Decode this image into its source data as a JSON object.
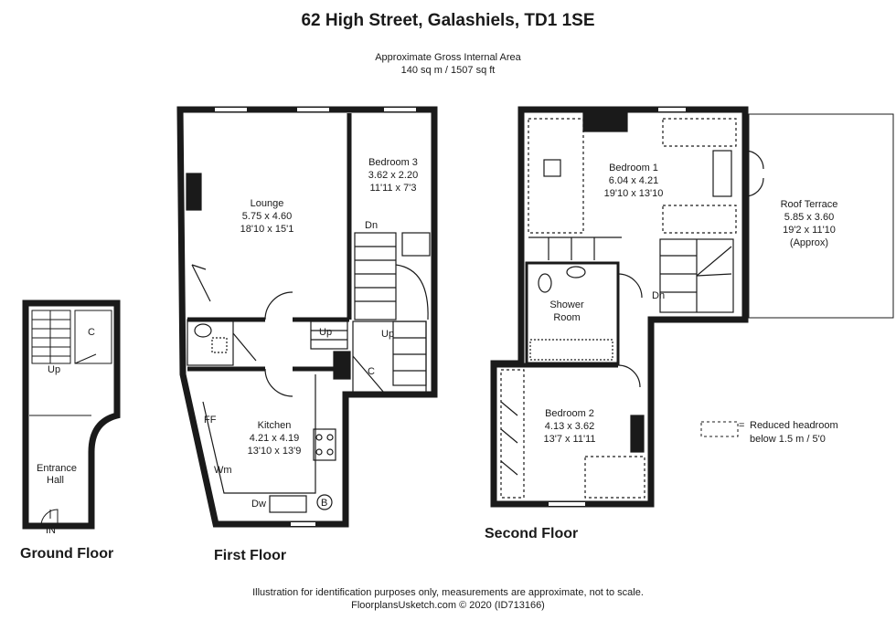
{
  "header": {
    "title": "62 High Street, Galashiels, TD1 1SE",
    "area_label": "Approximate Gross Internal Area",
    "area_value": "140 sq m / 1507 sq ft"
  },
  "floors": {
    "ground": {
      "label": "Ground Floor",
      "rooms": {
        "entrance_hall": [
          "Entrance",
          "Hall"
        ],
        "cupboard": "C",
        "stair_up": "Up",
        "entry": "IN"
      }
    },
    "first": {
      "label": "First Floor",
      "rooms": {
        "lounge": {
          "name": "Lounge",
          "metric": "5.75 x 4.60",
          "imperial": "18'10 x 15'1"
        },
        "bedroom3": {
          "name": "Bedroom 3",
          "metric": "3.62 x 2.20",
          "imperial": "11'11 x 7'3"
        },
        "kitchen": {
          "name": "Kitchen",
          "metric": "4.21 x 4.19",
          "imperial": "13'10 x 13'9"
        },
        "dn": "Dn",
        "up1": "Up",
        "up2": "Up",
        "cupboard": "C",
        "ff": "FF",
        "wm": "Wm",
        "dw": "Dw",
        "boiler": "B"
      }
    },
    "second": {
      "label": "Second Floor",
      "rooms": {
        "bedroom1": {
          "name": "Bedroom 1",
          "metric": "6.04 x 4.21",
          "imperial": "19'10 x 13'10"
        },
        "roof_terrace": {
          "name": "Roof Terrace",
          "metric": "5.85 x 3.60",
          "imperial": "19'2 x 11'10",
          "note": "(Approx)"
        },
        "shower_room": [
          "Shower",
          "Room"
        ],
        "bedroom2": {
          "name": "Bedroom 2",
          "metric": "4.13 x 3.62",
          "imperial": "13'7 x 11'11"
        },
        "dn": "Dn"
      }
    }
  },
  "legend": {
    "symbol": "=",
    "line1": "Reduced headroom",
    "line2": "below 1.5 m / 5'0"
  },
  "footer": {
    "line1": "Illustration for identification purposes only, measurements are approximate, not to scale.",
    "line2": "FloorplansUsketch.com © 2020 (ID713166)"
  },
  "colors": {
    "wall": "#1a1a1a",
    "line": "#555555",
    "background": "#ffffff"
  }
}
